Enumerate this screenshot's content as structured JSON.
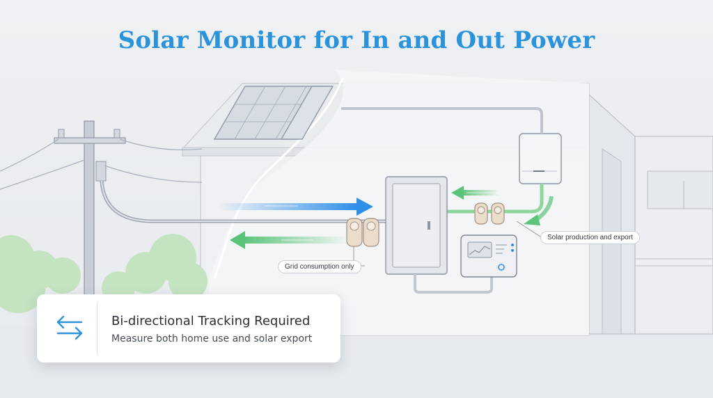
{
  "title": "Solar Monitor for In and Out Power",
  "labels": {
    "grid": "Grid consumption only",
    "solar": "Solar production and export"
  },
  "card": {
    "title": "Bi-directional Tracking Required",
    "subtitle": "Measure both home use and solar export",
    "icon": "bidirectional-arrows-icon"
  },
  "colors": {
    "title": "#2b93db",
    "import_flow": "#2f8fe8",
    "export_flow": "#5cc47a",
    "cable_green": "#8fd69a",
    "foliage": "#c4e3c1"
  }
}
